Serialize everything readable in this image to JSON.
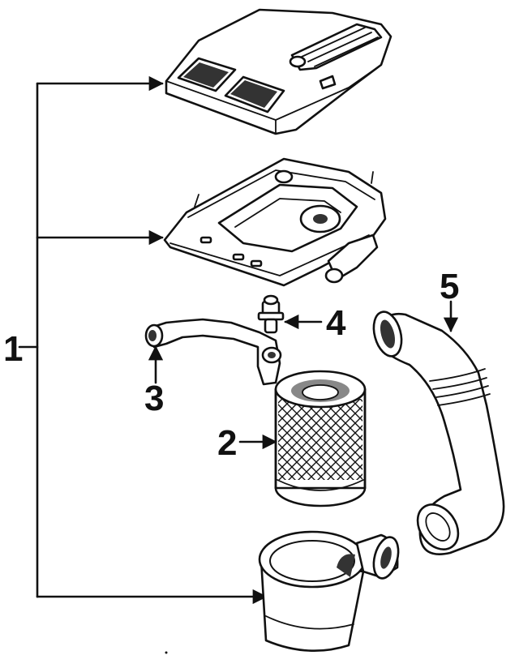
{
  "diagram": {
    "callouts": [
      {
        "id": "1",
        "label": "1"
      },
      {
        "id": "2",
        "label": "2"
      },
      {
        "id": "3",
        "label": "3"
      },
      {
        "id": "4",
        "label": "4"
      },
      {
        "id": "5",
        "label": "5"
      }
    ],
    "parts": [
      {
        "id": "upper-housing",
        "callout": "1"
      },
      {
        "id": "lower-tray",
        "callout": "1"
      },
      {
        "id": "breather-hose",
        "callout": "3"
      },
      {
        "id": "sensor-valve",
        "callout": "4"
      },
      {
        "id": "air-filter",
        "callout": "2"
      },
      {
        "id": "intake-duct",
        "callout": "5"
      },
      {
        "id": "filter-housing-base",
        "callout": "1"
      }
    ],
    "colors": {
      "ink": "#111111",
      "paper": "#ffffff"
    }
  }
}
